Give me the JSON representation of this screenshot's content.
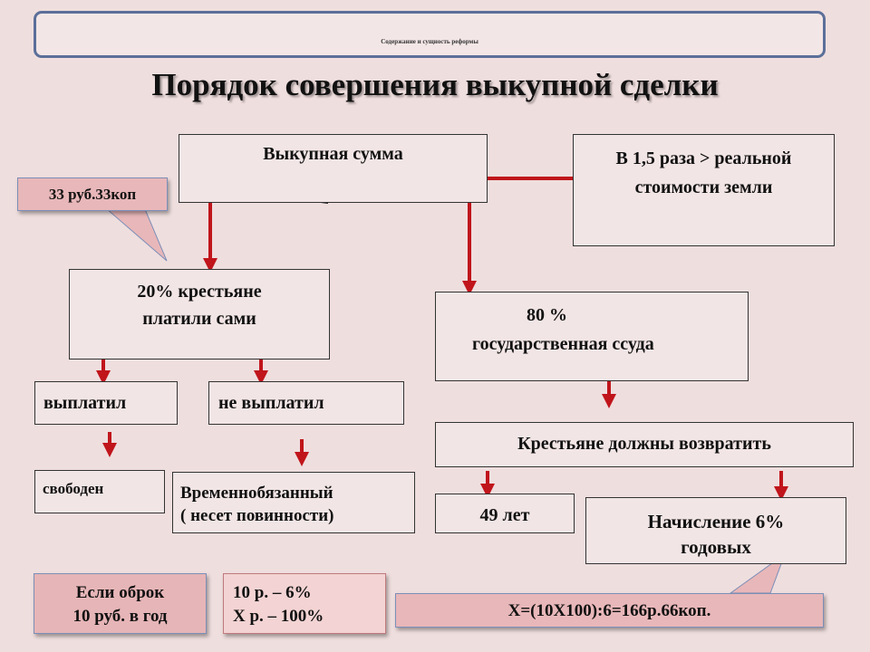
{
  "header": {
    "text": "Содержание и сущность реформы"
  },
  "title": "Порядок совершения выкупной сделки",
  "nodes": {
    "redemption_sum": "Выкупная сумма",
    "ratio_line1": "В 1,5 раза > реальной",
    "ratio_line2": "стоимости земли",
    "peasants_20_line1": "20% крестьяне",
    "peasants_20_line2": "платили сами",
    "state_80_line1": "80 %",
    "state_80_line2": "государственная ссуда",
    "paid": "выплатил",
    "not_paid": "не выплатил",
    "free": "свободен",
    "temp_line1": "Временнобязанный",
    "temp_line2": "( несет повинности)",
    "must_return": "Крестьяне должны возвратить",
    "years_49": "49 лет",
    "interest_line1": "Начисление 6%",
    "interest_line2": "годовых"
  },
  "callouts": {
    "sum_value": "33 руб.33коп",
    "obrok_line1": "Если оброк",
    "obrok_line2": "10 руб. в год",
    "prop_line1": "10 р. – 6%",
    "prop_line2": "Х р. – 100%",
    "formula": "Х=(10Х100):6=166р.66коп."
  },
  "colors": {
    "background": "#efdede",
    "arrow": "#c0151b",
    "callout_fill": "#e8b7b9",
    "header_border": "#5b6f99"
  }
}
